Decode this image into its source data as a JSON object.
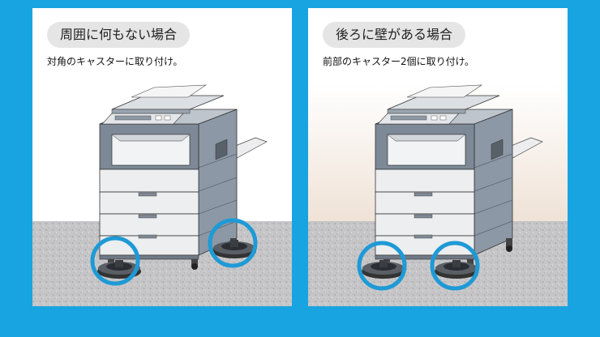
{
  "panels": [
    {
      "title": "周囲に何もない場合",
      "caption": "対角のキャスターに取り付け。",
      "circled_casters": 2,
      "wall_behind": false
    },
    {
      "title": "後ろに壁がある場合",
      "caption": "前部のキャスター2個に取り付け。",
      "circled_casters": 2,
      "wall_behind": true
    }
  ],
  "colors": {
    "background": "#18a4e0",
    "panel": "#ffffff",
    "pill": "#e5e5e5",
    "highlight_circle": "#1e9ad6",
    "floor": "#c4c4c6",
    "wall": "#f2e8df"
  }
}
